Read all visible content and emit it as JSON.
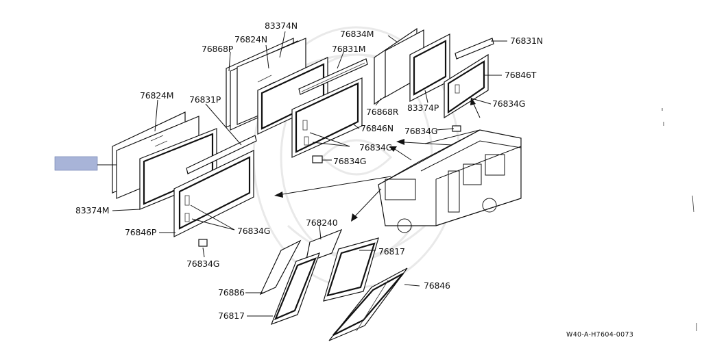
{
  "diagram": {
    "highlight_color": "#a8b4d8",
    "reference_code": "W40-A-H7604-0073",
    "labels": {
      "l83374N": "83374N",
      "l76824N": "76824N",
      "l76868P": "76868P",
      "l76834M": "76834M",
      "l76831M": "76831M",
      "l76831N": "76831N",
      "l76846T": "76846T",
      "l76834G_tr": "76834G",
      "l76824M": "76824M",
      "l76831P": "76831P",
      "l76868R": "76868R",
      "l83374P": "83374P",
      "l76834G_c1": "76834G",
      "l76846N": "76846N",
      "l76834G_c2": "76834G",
      "l76834G_c3": "76834G",
      "l83374M": "83374M",
      "l76846P": "76846P",
      "l76834G_l1": "76834G",
      "l76834G_l2": "76834G",
      "l768240": "768240",
      "l76817_a": "76817",
      "l76846": "76846",
      "l76886": "76886",
      "l76817_b": "76817"
    }
  }
}
